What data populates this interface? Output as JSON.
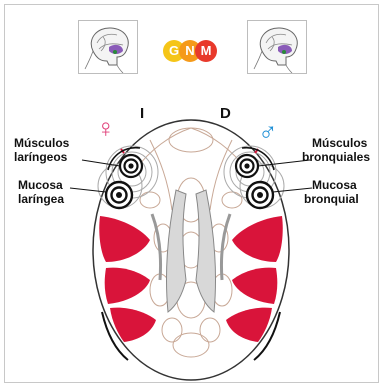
{
  "header": {
    "gnm_letters": [
      "G",
      "N",
      "M"
    ],
    "gnm_colors": [
      "#f5c518",
      "#f59a1a",
      "#e8392b"
    ]
  },
  "sides": {
    "left": "I",
    "right": "D"
  },
  "symbols": {
    "female": {
      "glyph": "♀",
      "color": "#e0407a"
    },
    "male": {
      "glyph": "♂",
      "color": "#1e8fd6"
    }
  },
  "labels": {
    "left_top": [
      "Músculos",
      "laríngeos"
    ],
    "left_bottom": [
      "Mucosa",
      "laríngea"
    ],
    "right_top": [
      "Músculos",
      "bronquiales"
    ],
    "right_bottom": [
      "Mucosa",
      "bronquial"
    ]
  },
  "colors": {
    "lobes": "#d9143a",
    "brain_highlight": "#8a5bb8"
  }
}
